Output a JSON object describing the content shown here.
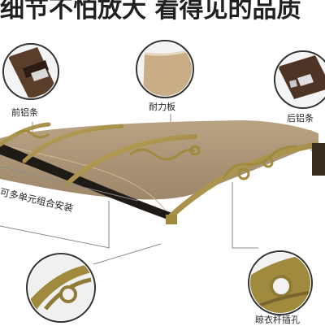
{
  "header": {
    "slogan": "细节不怕放大 看得见的品质"
  },
  "callouts": {
    "front_bar": "前铝条",
    "panel": "耐力板",
    "rear_bar": "后铝条",
    "hanger_hole": "晾衣杆插孔"
  },
  "annotation": {
    "modular": "可多单元组合安装"
  },
  "colors": {
    "frame": "#a08a3e",
    "panel": "#b89e7a",
    "bar": "#5a3e2a",
    "background": "#ffffff"
  }
}
